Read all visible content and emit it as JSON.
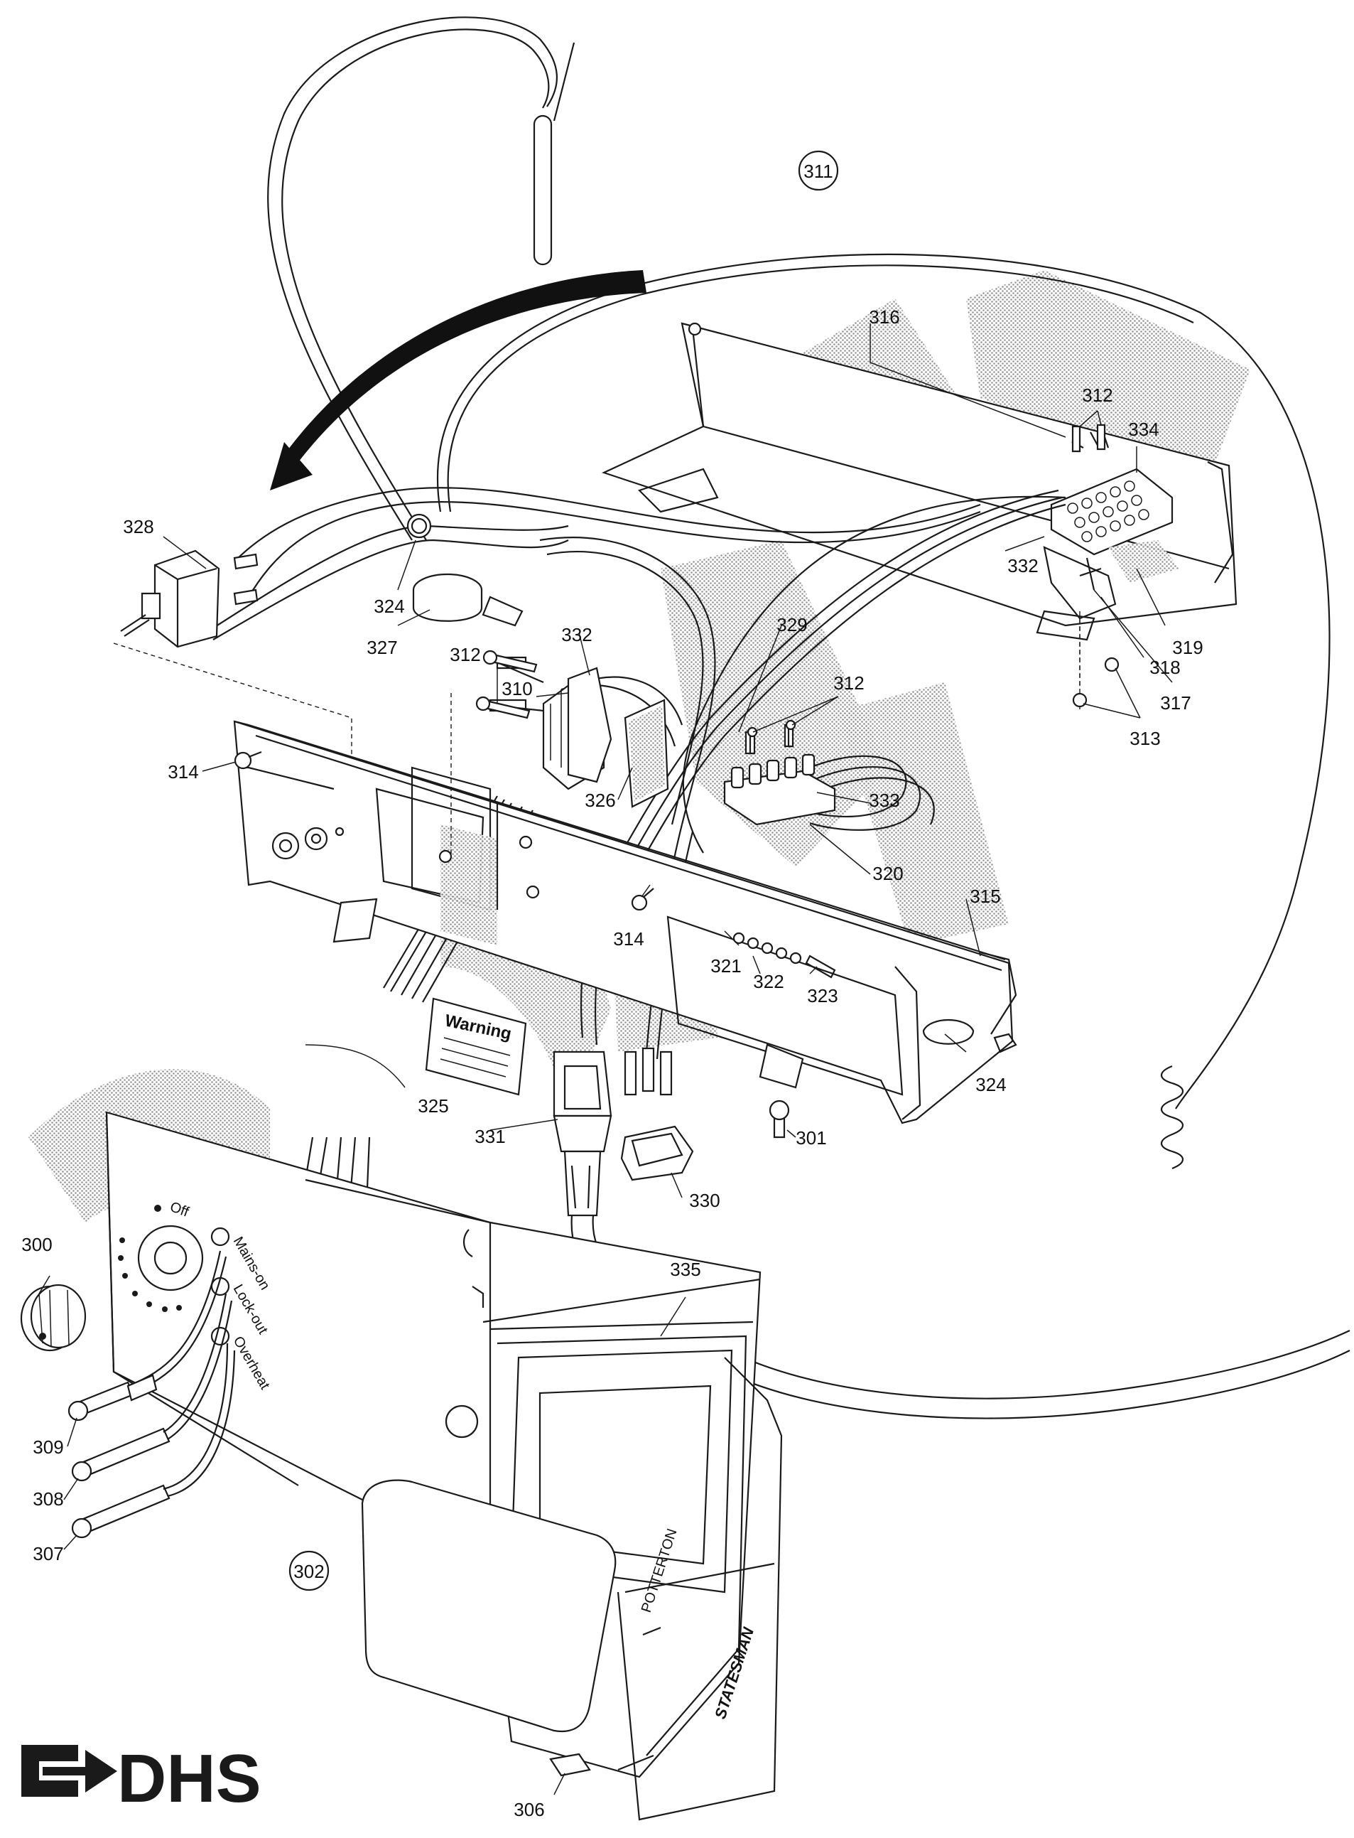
{
  "diagram": {
    "part_labels": {
      "p300": "300",
      "p301": "301",
      "p302": "302",
      "p306": "306",
      "p307": "307",
      "p308": "308",
      "p309": "309",
      "p310": "310",
      "p311": "311",
      "p312a": "312",
      "p312b": "312",
      "p312c": "312",
      "p313": "313",
      "p314a": "314",
      "p314b": "314",
      "p315": "315",
      "p316": "316",
      "p317": "317",
      "p318": "318",
      "p319": "319",
      "p320": "320",
      "p321": "321",
      "p322": "322",
      "p323": "323",
      "p324a": "324",
      "p324b": "324",
      "p325": "325",
      "p326": "326",
      "p327": "327",
      "p328": "328",
      "p329": "329",
      "p330": "330",
      "p331": "331",
      "p332a": "332",
      "p332b": "332",
      "p333": "333",
      "p334": "334",
      "p335": "335"
    },
    "panel_texts": {
      "off": "Off",
      "mains_on": "Mains-on",
      "lock_out": "Lock-out",
      "overheat": "Overheat",
      "warning": "Warning",
      "brand": "POTTERTON",
      "model": "STATESMAN"
    },
    "logo_text": "DHS"
  }
}
